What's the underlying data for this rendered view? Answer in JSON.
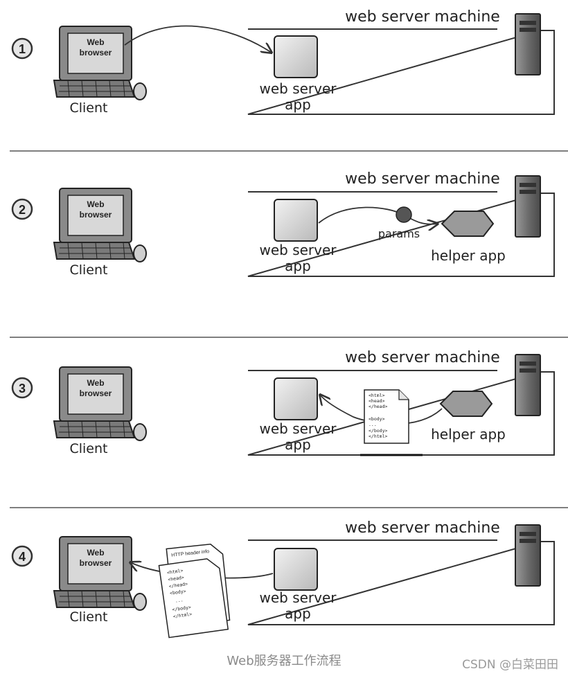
{
  "panels": [
    {
      "step": "1",
      "client": {
        "screen_line1": "Web",
        "screen_line2": "browser",
        "label": "Client"
      },
      "server_title": "web server machine",
      "app_line1": "web server",
      "app_line2": "app"
    },
    {
      "step": "2",
      "client": {
        "screen_line1": "Web",
        "screen_line2": "browser",
        "label": "Client"
      },
      "server_title": "web server machine",
      "app_line1": "web server",
      "app_line2": "app",
      "params_label": "params",
      "helper_label": "helper app"
    },
    {
      "step": "3",
      "client": {
        "screen_line1": "Web",
        "screen_line2": "browser",
        "label": "Client"
      },
      "server_title": "web server machine",
      "app_line1": "web server",
      "app_line2": "app",
      "helper_label": "helper app",
      "doc_lines": [
        "<html>",
        "<head>",
        "</head>",
        "",
        "<body>",
        "...",
        "</body>",
        "</html>"
      ]
    },
    {
      "step": "4",
      "client": {
        "screen_line1": "Web",
        "screen_line2": "browser",
        "label": "Client"
      },
      "server_title": "web server machine",
      "app_line1": "web server",
      "app_line2": "app",
      "header_label": "HTTP header info",
      "doc_lines": [
        "<html>",
        "<head>",
        "</head>",
        "<body>",
        "...",
        "</body>",
        "</html>"
      ]
    }
  ],
  "caption": "Web服务器工作流程",
  "watermark": "CSDN @白菜田田"
}
